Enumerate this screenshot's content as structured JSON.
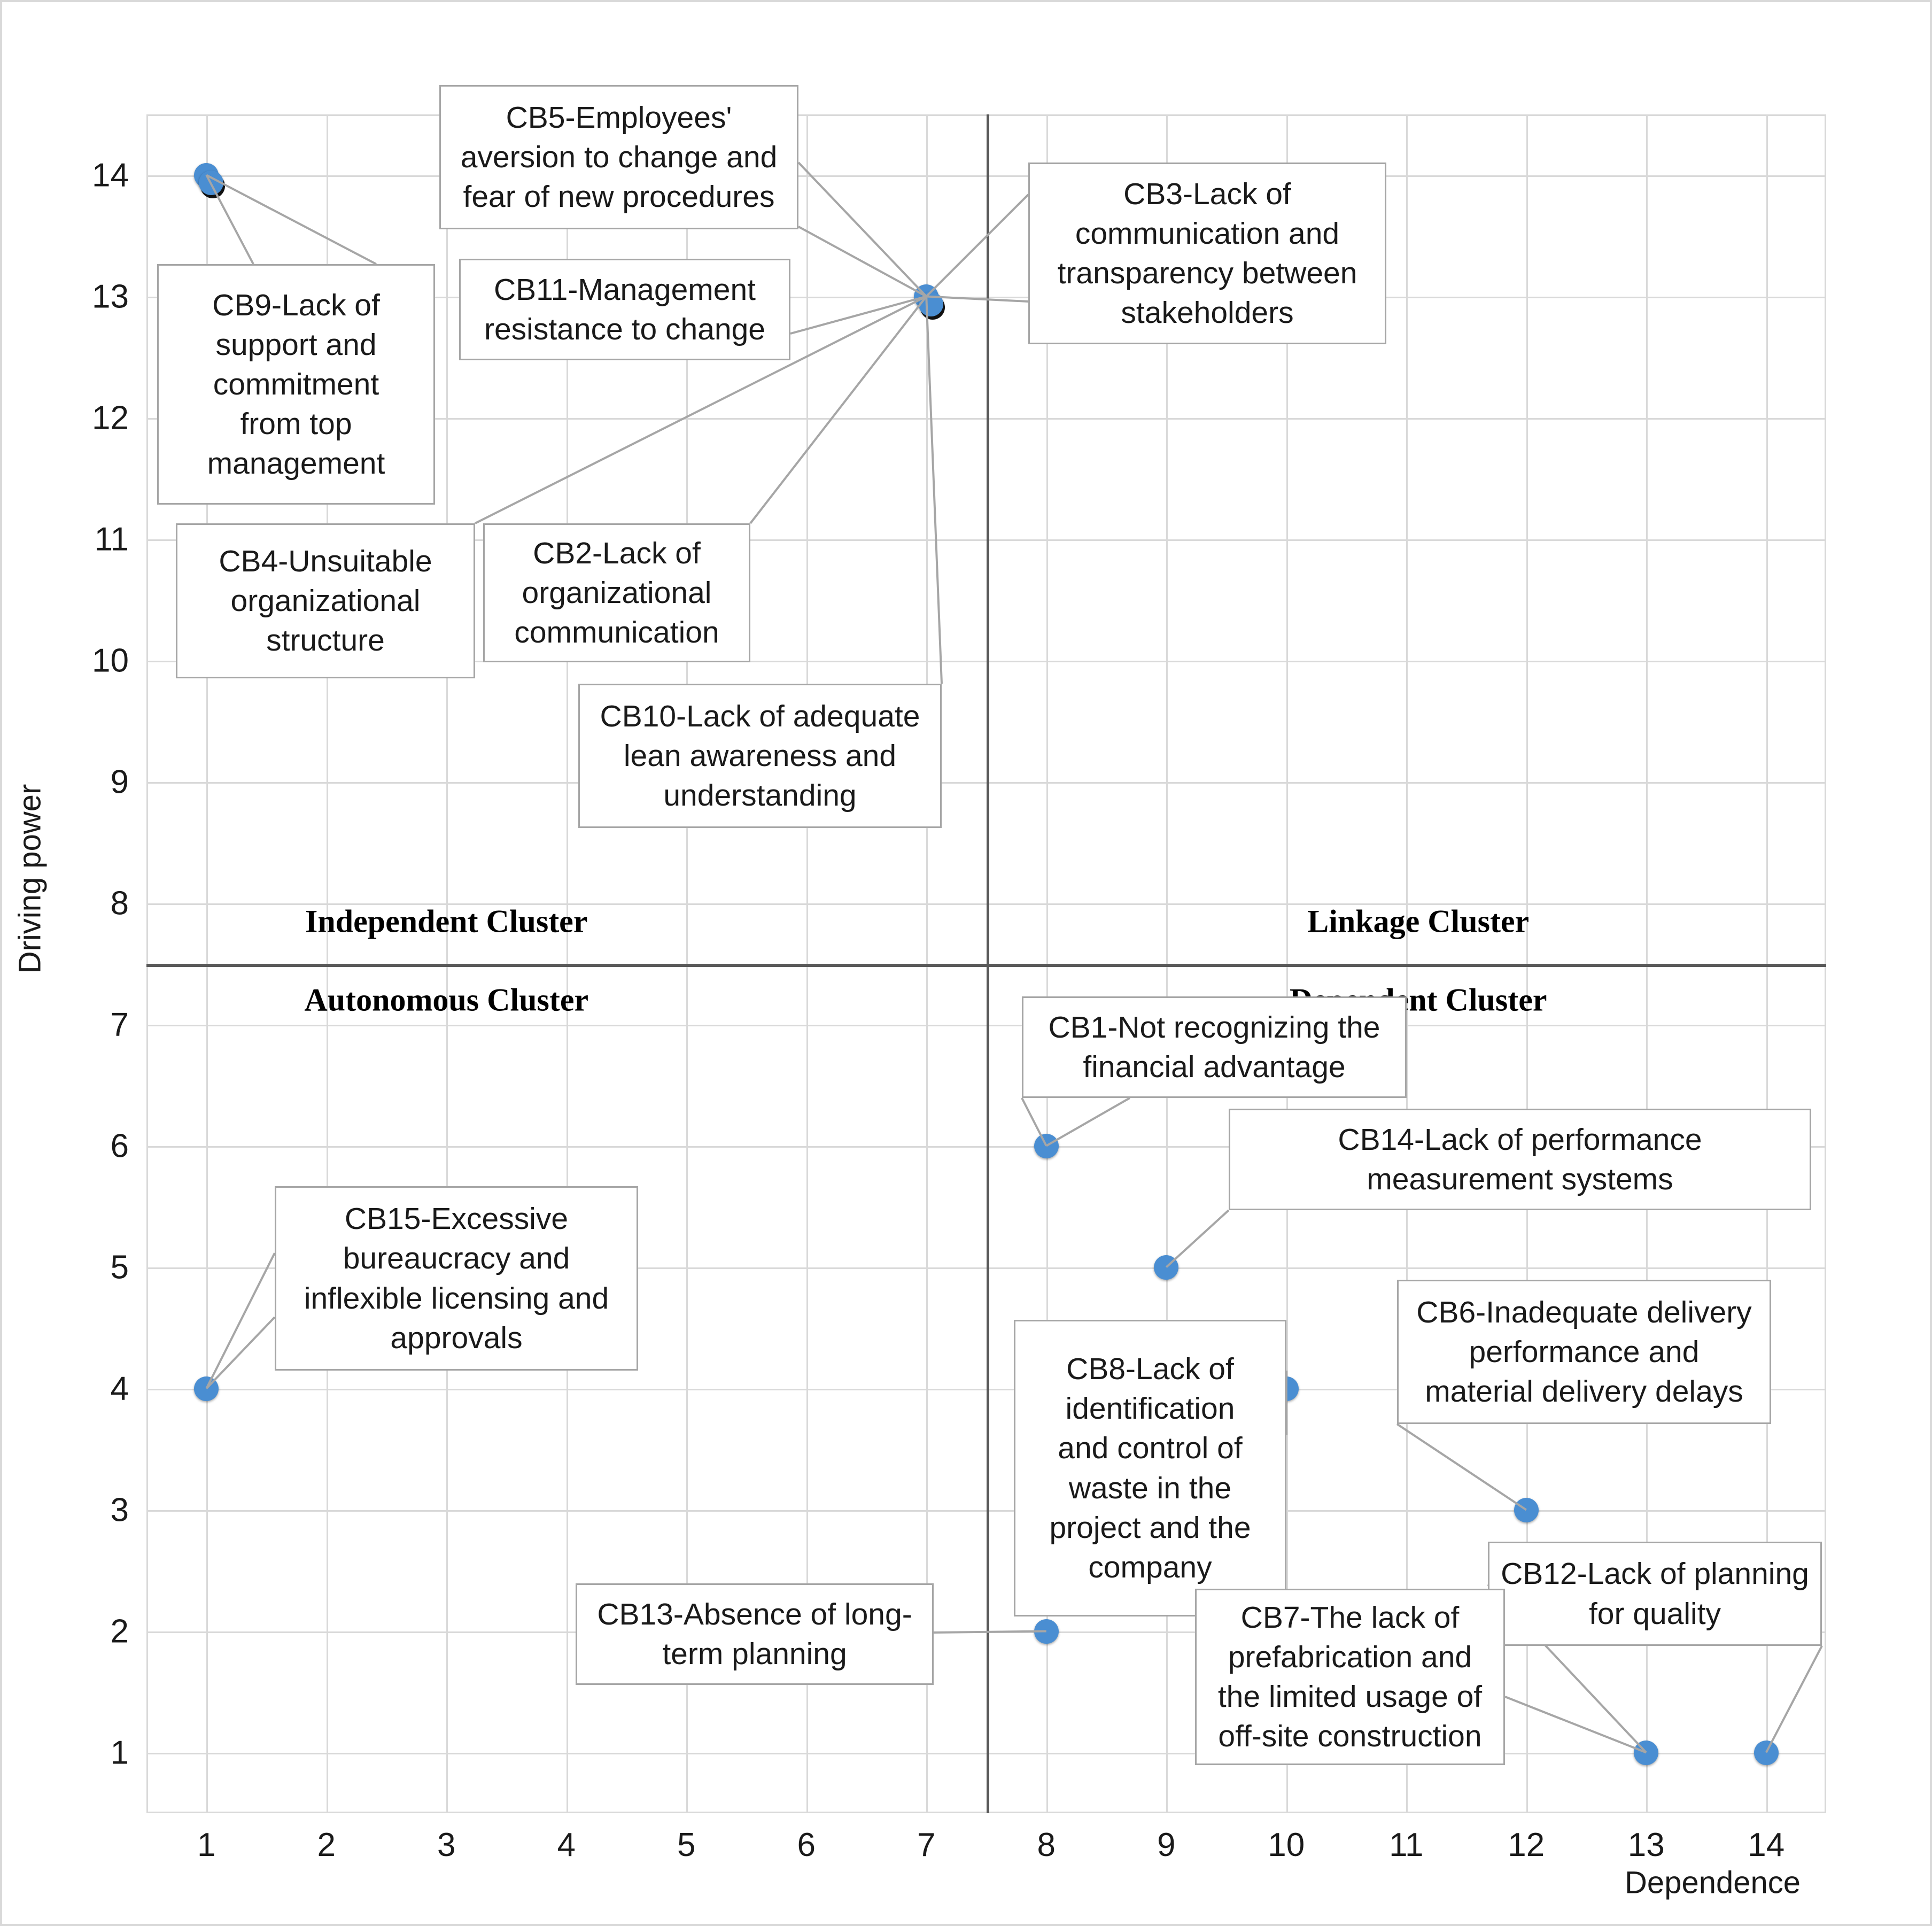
{
  "chart_data": {
    "type": "scatter",
    "title": "",
    "xlabel": "Dependence",
    "ylabel": "Driving power",
    "xlim": [
      0.5,
      14.5
    ],
    "ylim": [
      0.5,
      14.5
    ],
    "xticks": [
      "1",
      "2",
      "3",
      "4",
      "5",
      "6",
      "7",
      "8",
      "9",
      "10",
      "11",
      "12",
      "13",
      "14"
    ],
    "yticks": [
      "1",
      "2",
      "3",
      "4",
      "5",
      "6",
      "7",
      "8",
      "9",
      "10",
      "11",
      "12",
      "13",
      "14"
    ],
    "grid": true,
    "legend": "none",
    "marker_color": "#4a8ed2",
    "divider_x": 7.5,
    "divider_y": 7.5,
    "quadrants": [
      {
        "id": "independent",
        "label": "Independent Cluster",
        "x": 3.0,
        "y": 7.85
      },
      {
        "id": "linkage",
        "label": "Linkage Cluster",
        "x": 11.1,
        "y": 7.85
      },
      {
        "id": "autonomous",
        "label": "Autonomous Cluster",
        "x": 3.0,
        "y": 7.2
      },
      {
        "id": "dependent",
        "label": "Dependent Cluster",
        "x": 11.1,
        "y": 7.2
      }
    ],
    "points": [
      {
        "id": "CB9",
        "x": 1,
        "y": 14,
        "label": "CB9-Lack of support and commitment from top management"
      },
      {
        "id": "CB4",
        "x": 1,
        "y": 14,
        "label": "CB4-Unsuitable organizational structure"
      },
      {
        "id": "CB5",
        "x": 7,
        "y": 13,
        "label": "CB5-Employees' aversion to change and fear of new procedures"
      },
      {
        "id": "CB11",
        "x": 7,
        "y": 13,
        "label": "CB11-Management resistance to change"
      },
      {
        "id": "CB2",
        "x": 7,
        "y": 13,
        "label": "CB2-Lack of organizational communication"
      },
      {
        "id": "CB10",
        "x": 7,
        "y": 13,
        "label": "CB10-Lack of adequate lean awareness and understanding"
      },
      {
        "id": "CB3",
        "x": 7,
        "y": 13,
        "label": "CB3-Lack of communication and transparency between stakeholders"
      },
      {
        "id": "CB1",
        "x": 8,
        "y": 6,
        "label": "CB1-Not recognizing the financial advantage"
      },
      {
        "id": "CB14",
        "x": 9,
        "y": 5,
        "label": "CB14-Lack of performance measurement systems"
      },
      {
        "id": "CB15",
        "x": 1,
        "y": 4,
        "label": "CB15-Excessive bureaucracy and inflexible licensing and approvals"
      },
      {
        "id": "CB8",
        "x": 10,
        "y": 4,
        "label": "CB8-Lack of identification and control of waste in the project and  the company"
      },
      {
        "id": "CB6",
        "x": 12,
        "y": 3,
        "label": "CB6-Inadequate delivery performance and material delivery delays"
      },
      {
        "id": "CB13",
        "x": 8,
        "y": 2,
        "label": "CB13-Absence of long-term planning"
      },
      {
        "id": "CB7",
        "x": 13,
        "y": 1,
        "label": "CB7-The lack of prefabrication and the limited usage of off-site construction"
      },
      {
        "id": "CB12",
        "x": 14,
        "y": 1,
        "label": "CB12-Lack of planning for quality"
      }
    ]
  },
  "callouts": {
    "cb5": "CB5-Employees'\naversion to change and\nfear of new procedures",
    "cb3": "CB3-Lack of\ncommunication and\ntransparency between\nstakeholders",
    "cb9": "CB9-Lack of\nsupport and\ncommitment\nfrom top\nmanagement",
    "cb11": "CB11-Management\nresistance to change",
    "cb4": "CB4-Unsuitable\norganizational\nstructure",
    "cb2": "CB2-Lack of\norganizational\ncommunication",
    "cb10": "CB10-Lack of adequate\nlean awareness and\nunderstanding",
    "cb1": "CB1-Not recognizing the\nfinancial advantage",
    "cb14": "CB14-Lack of performance\nmeasurement systems",
    "cb15": "CB15-Excessive\nbureaucracy and\ninflexible licensing and\napprovals",
    "cb8": "CB8-Lack of\nidentification\nand control of\nwaste in the\nproject and  the\ncompany",
    "cb6": "CB6-Inadequate delivery\nperformance and\nmaterial delivery delays",
    "cb12": "CB12-Lack of planning\nfor quality",
    "cb13": "CB13-Absence of long-\nterm planning",
    "cb7": "CB7-The lack of\nprefabrication and\nthe limited usage of\noff-site construction"
  }
}
